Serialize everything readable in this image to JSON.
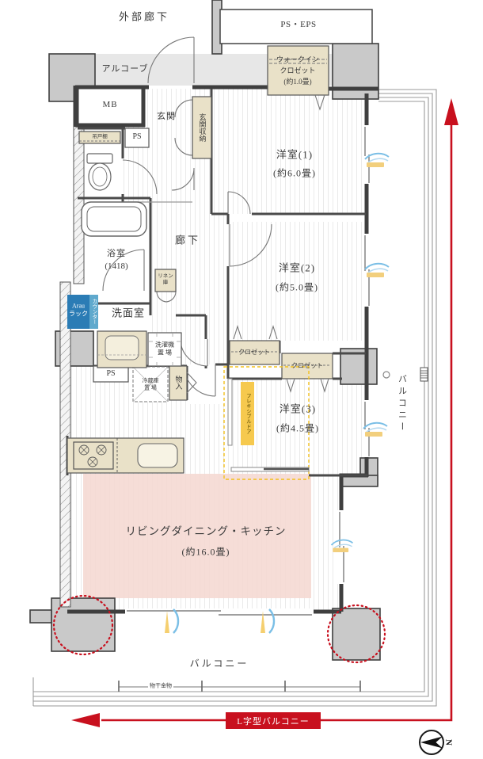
{
  "labels": {
    "exterior_corridor": "外部廊下",
    "ps_eps": "PS・EPS",
    "alcove": "アルコーブ",
    "mb": "MB",
    "genkan": "玄関",
    "genkan_storage": "玄関収納",
    "ps_upper": "PS",
    "ps_lower": "PS",
    "hanging_cupboard": "吊戸棚",
    "wic": "ウォークイン\nクロゼット\n(約1.0畳)",
    "bedroom1_name": "洋室(1)",
    "bedroom1_size": "(約6.0畳)",
    "bedroom2_name": "洋室(2)",
    "bedroom2_size": "(約5.0畳)",
    "bedroom3_name": "洋室(3)",
    "bedroom3_size": "(約4.5畳)",
    "corridor": "廊下",
    "bathroom_name": "浴室",
    "bathroom_size": "(1418)",
    "linen": "リネン\n庫",
    "arau_rack": "Arau\nラック",
    "counter": "カウンター",
    "washroom": "洗面室",
    "washer": "洗濯機\n置 場",
    "fridge": "冷蔵庫\n置 場",
    "storage_monoire": "物入",
    "closet1": "クロゼット",
    "closet2": "クロゼット",
    "flexible_door": "フレキシブルドア",
    "ldk_name": "リビングダイニング・キッチン",
    "ldk_size": "(約16.0畳)",
    "balcony_right": "バルコニー",
    "balcony_bottom": "バルコニー",
    "laundry_hardware": "物干金物",
    "l_type_balcony": "L字型バルコニー",
    "compass_north": "N"
  },
  "colors": {
    "accent_red": "#c8101e",
    "ldk_pink": "#f5d8d2",
    "fixture_beige": "#e9e1c8",
    "arau_blue": "#2b7cb5",
    "counter_blue": "#5fa9cd",
    "flexible_yellow": "#f6c94e",
    "wall_gray": "#c9c9c9",
    "vent_blue": "#7bbfe6",
    "vent_yellow": "#f2cf7d"
  }
}
